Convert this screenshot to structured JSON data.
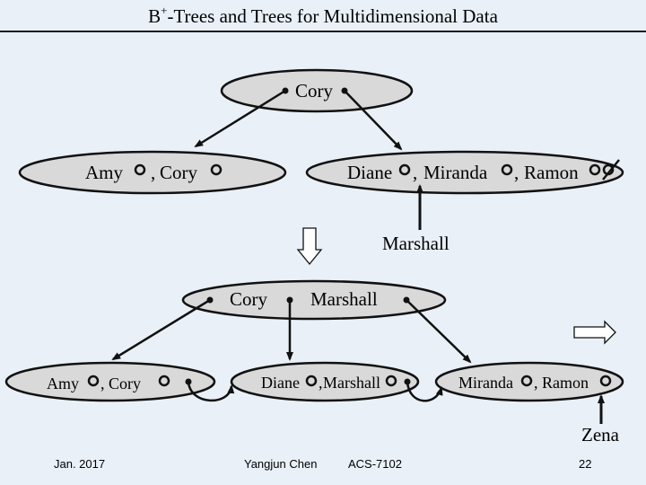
{
  "title": {
    "prefix": "B",
    "sup": "+",
    "suffix": "-Trees and Trees for Multidimensional Data"
  },
  "tree_top": {
    "root": {
      "key": "Cory"
    },
    "left_leaf": {
      "key1": "Amy",
      "sep": ",",
      "key2": "Cory"
    },
    "right_leaf": {
      "key1": "Diane",
      "sep1": ",",
      "key2": "Miranda",
      "sep2": ",",
      "key3": "Ramon"
    },
    "inserted": "Marshall"
  },
  "tree_bottom": {
    "root": {
      "key1": "Cory",
      "key2": "Marshall"
    },
    "leaf1": {
      "key1": "Amy",
      "sep": ",",
      "key2": "Cory"
    },
    "leaf2": {
      "key1": "Diane",
      "sep": ",",
      "key2": "Marshall"
    },
    "leaf3": {
      "key1": "Miranda",
      "sep": ",",
      "key2": "Ramon"
    },
    "inserted": "Zena"
  },
  "footer": {
    "date": "Jan. 2017",
    "author": "Yangjun Chen",
    "course": "ACS-7102",
    "page": "22"
  },
  "colors": {
    "node_fill": "#d9d9d9",
    "background": "#e9f0f7",
    "stroke": "#111111"
  }
}
